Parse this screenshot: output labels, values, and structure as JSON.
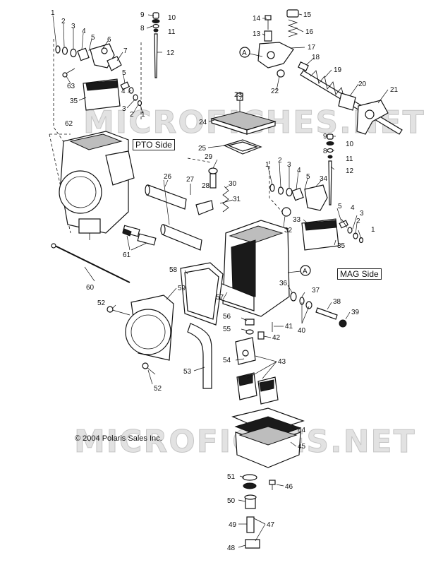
{
  "watermark": "MICROFICHES.NET",
  "labels": {
    "pto_side": "PTO Side",
    "mag_side": "MAG Side",
    "copyright": "© 2004 Polaris Sales Inc."
  },
  "circle_refs": [
    "A",
    "A"
  ],
  "callouts": [
    {
      "id": "c1a",
      "text": "1"
    },
    {
      "id": "c2a",
      "text": "2"
    },
    {
      "id": "c3a",
      "text": "3"
    },
    {
      "id": "c4a",
      "text": "4"
    },
    {
      "id": "c5a",
      "text": "5"
    },
    {
      "id": "c6",
      "text": "6"
    },
    {
      "id": "c7",
      "text": "7"
    },
    {
      "id": "c63",
      "text": "63"
    },
    {
      "id": "c35a",
      "text": "35"
    },
    {
      "id": "c5b",
      "text": "5"
    },
    {
      "id": "c4b",
      "text": "4"
    },
    {
      "id": "c3b",
      "text": "3"
    },
    {
      "id": "c2b",
      "text": "2"
    },
    {
      "id": "c1b",
      "text": "1"
    },
    {
      "id": "c9a",
      "text": "9"
    },
    {
      "id": "c10a",
      "text": "10"
    },
    {
      "id": "c8a",
      "text": "8"
    },
    {
      "id": "c11a",
      "text": "11"
    },
    {
      "id": "c12a",
      "text": "12"
    },
    {
      "id": "c14",
      "text": "14"
    },
    {
      "id": "c15",
      "text": "15"
    },
    {
      "id": "c13",
      "text": "13"
    },
    {
      "id": "c16",
      "text": "16"
    },
    {
      "id": "c17",
      "text": "17"
    },
    {
      "id": "c18",
      "text": "18"
    },
    {
      "id": "c19",
      "text": "19"
    },
    {
      "id": "c20",
      "text": "20"
    },
    {
      "id": "c21",
      "text": "21"
    },
    {
      "id": "c22",
      "text": "22"
    },
    {
      "id": "c23",
      "text": "23"
    },
    {
      "id": "c24",
      "text": "24"
    },
    {
      "id": "c25",
      "text": "25"
    },
    {
      "id": "c62",
      "text": "62"
    },
    {
      "id": "c9b",
      "text": "9"
    },
    {
      "id": "c10b",
      "text": "10"
    },
    {
      "id": "c8b",
      "text": "8"
    },
    {
      "id": "c11b",
      "text": "11"
    },
    {
      "id": "c12b",
      "text": "12"
    },
    {
      "id": "c1c",
      "text": "1"
    },
    {
      "id": "c2c",
      "text": "2"
    },
    {
      "id": "c3c",
      "text": "3"
    },
    {
      "id": "c4c",
      "text": "4"
    },
    {
      "id": "c5c",
      "text": "5"
    },
    {
      "id": "c34",
      "text": "34"
    },
    {
      "id": "c26",
      "text": "26"
    },
    {
      "id": "c29",
      "text": "29"
    },
    {
      "id": "c27",
      "text": "27"
    },
    {
      "id": "c28",
      "text": "28"
    },
    {
      "id": "c30",
      "text": "30"
    },
    {
      "id": "c31",
      "text": "31"
    },
    {
      "id": "c32",
      "text": "32"
    },
    {
      "id": "c33",
      "text": "33"
    },
    {
      "id": "c5d",
      "text": "5"
    },
    {
      "id": "c4d",
      "text": "4"
    },
    {
      "id": "c3d",
      "text": "3"
    },
    {
      "id": "c2d",
      "text": "2"
    },
    {
      "id": "c1d",
      "text": "1"
    },
    {
      "id": "c35b",
      "text": "35"
    },
    {
      "id": "c61",
      "text": "61"
    },
    {
      "id": "c60",
      "text": "60"
    },
    {
      "id": "c58",
      "text": "58"
    },
    {
      "id": "c59",
      "text": "59"
    },
    {
      "id": "c36",
      "text": "36"
    },
    {
      "id": "c37",
      "text": "37"
    },
    {
      "id": "c38",
      "text": "38"
    },
    {
      "id": "c39",
      "text": "39"
    },
    {
      "id": "c40",
      "text": "40"
    },
    {
      "id": "c57",
      "text": "57"
    },
    {
      "id": "c52a",
      "text": "52"
    },
    {
      "id": "c56",
      "text": "56"
    },
    {
      "id": "c55",
      "text": "55"
    },
    {
      "id": "c41",
      "text": "41"
    },
    {
      "id": "c42",
      "text": "42"
    },
    {
      "id": "c54",
      "text": "54"
    },
    {
      "id": "c43",
      "text": "43"
    },
    {
      "id": "c53",
      "text": "53"
    },
    {
      "id": "c52b",
      "text": "52"
    },
    {
      "id": "c44",
      "text": "44"
    },
    {
      "id": "c45",
      "text": "45"
    },
    {
      "id": "c51",
      "text": "51"
    },
    {
      "id": "c46",
      "text": "46"
    },
    {
      "id": "c50",
      "text": "50"
    },
    {
      "id": "c49",
      "text": "49"
    },
    {
      "id": "c47",
      "text": "47"
    },
    {
      "id": "c48",
      "text": "48"
    }
  ]
}
